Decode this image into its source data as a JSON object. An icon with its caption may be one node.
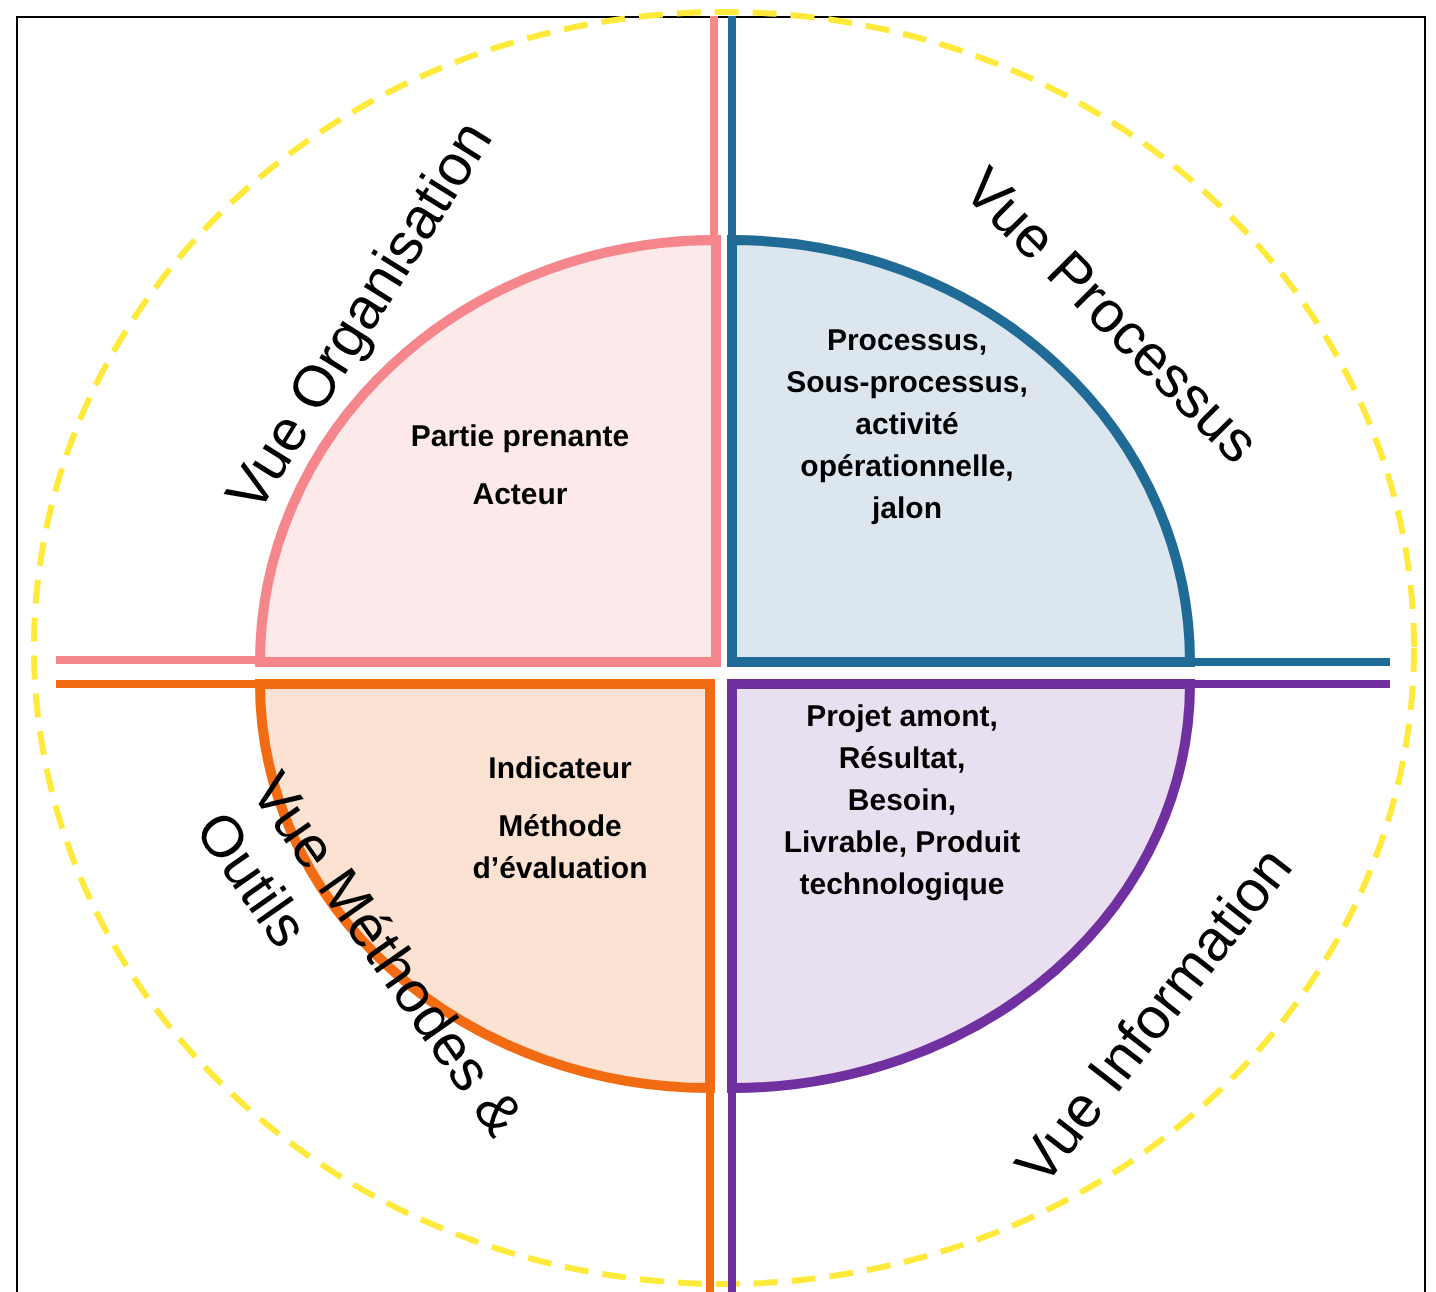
{
  "diagram": {
    "nodes": [
      {
        "text": [
          "Partie prenante",
          "Acteur"
        ]
      },
      {
        "text": [
          "Processus, Sous-processus, activité opérationnelle, jalon"
        ]
      },
      {
        "text": [
          "Indicateur",
          "Méthode d’évaluation"
        ]
      },
      {
        "text": [
          "Projet amont, Résultat, Besoin, Livrable, Produit technologique"
        ]
      }
    ],
    "labels": [
      "Vue Organisation",
      "Vue Processus",
      "Vue Méthodes & Outils",
      "Vue Information"
    ]
  }
}
